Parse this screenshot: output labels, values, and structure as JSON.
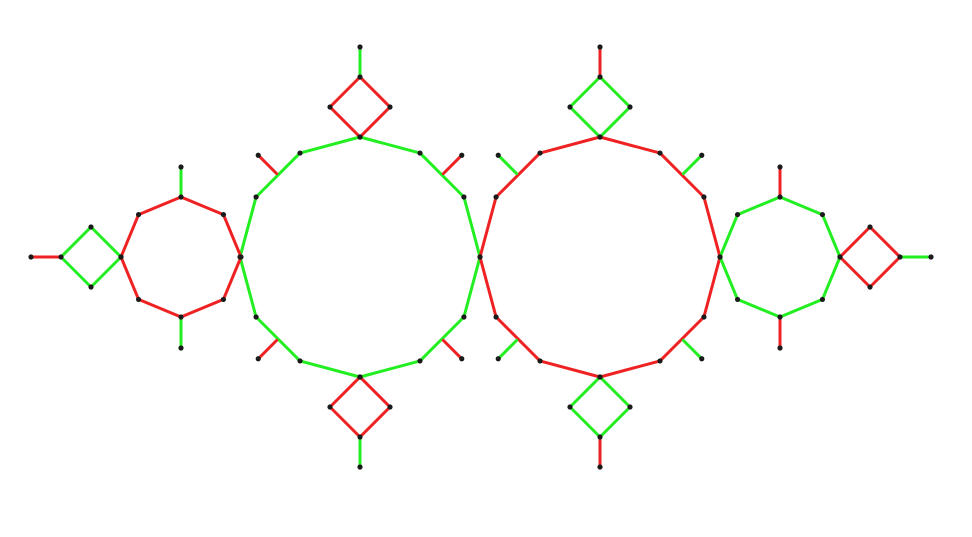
{
  "diagram": {
    "type": "graph",
    "colors": {
      "background": "#ffffff",
      "green": "#22ee22",
      "red": "#ee2222",
      "node": "#1a1a1a"
    },
    "components": [
      {
        "name": "ring-12-left",
        "kind": "ring",
        "sides": 12,
        "color": "green"
      },
      {
        "name": "ring-12-right",
        "kind": "ring",
        "sides": 12,
        "color": "red"
      },
      {
        "name": "ring-8-left",
        "kind": "ring",
        "sides": 8,
        "color": "red"
      },
      {
        "name": "ring-8-right",
        "kind": "ring",
        "sides": 8,
        "color": "green"
      },
      {
        "name": "diamond-far-left",
        "kind": "diamond",
        "sides": 4,
        "color": "green"
      },
      {
        "name": "diamond-far-right",
        "kind": "diamond",
        "sides": 4,
        "color": "red"
      },
      {
        "name": "diamond-top-left",
        "kind": "diamond",
        "sides": 4,
        "color": "red"
      },
      {
        "name": "diamond-bottom-left",
        "kind": "diamond",
        "sides": 4,
        "color": "red"
      },
      {
        "name": "diamond-top-right",
        "kind": "diamond",
        "sides": 4,
        "color": "green"
      },
      {
        "name": "diamond-bottom-right",
        "kind": "diamond",
        "sides": 4,
        "color": "green"
      }
    ]
  }
}
